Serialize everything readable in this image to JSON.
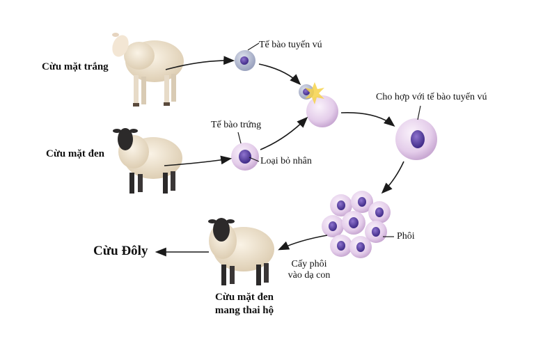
{
  "labels": {
    "white_sheep": "Cừu mặt trắng",
    "black_sheep": "Cừu mặt đen",
    "mammary_cell": "Tế bào tuyến vú",
    "egg_cell": "Tế bào trứng",
    "remove_nucleus": "Loại bỏ nhân",
    "fuse_cells": "Cho hợp với tế bào tuyến vú",
    "embryo": "Phôi",
    "transfer_line1": "Cấy phôi",
    "transfer_line2": "vào dạ con",
    "surrogate_line1": "Cừu mặt đen",
    "surrogate_line2": "mang thai hộ",
    "result": "Cừu Đôly"
  },
  "colors": {
    "cell_outer": "#e7d2ec",
    "cell_nucleus": "#5a3ea0",
    "wool_white": "#f1e6d2",
    "black_face": "#2c2a2a",
    "arrow": "#1a1a1a"
  }
}
